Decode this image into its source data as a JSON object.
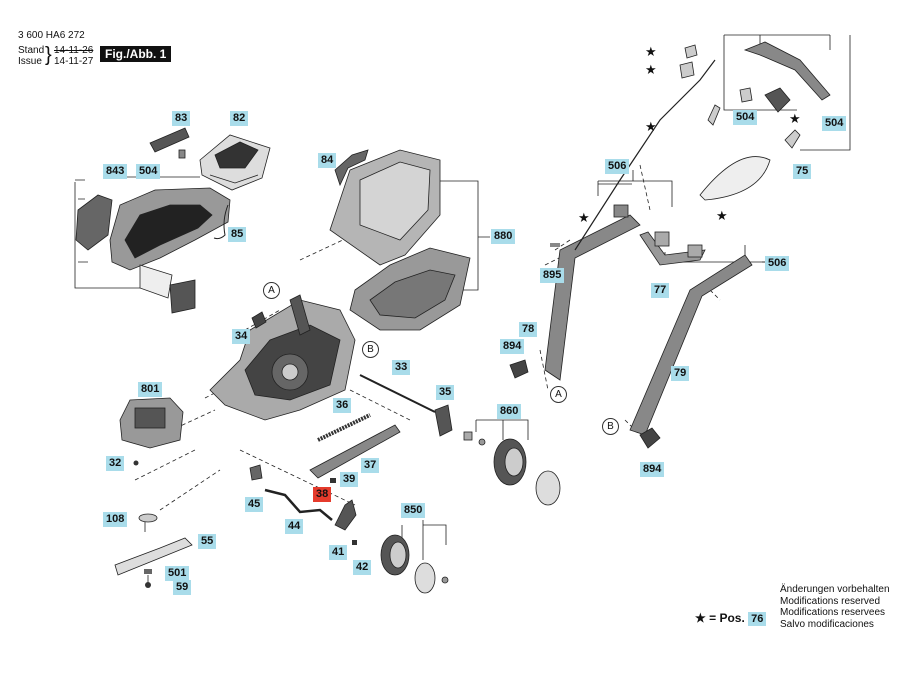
{
  "header": {
    "doc_number": "3 600 HA6 272",
    "stand_label": "Stand",
    "issue_label": "Issue",
    "stand_date": "14-11-26",
    "issue_date": "14-11-27",
    "figure": "Fig./Abb. 1"
  },
  "labels": {
    "l83": "83",
    "l82": "82",
    "l504a": "504",
    "l843": "843",
    "l85": "85",
    "l84": "84",
    "l880": "880",
    "l34": "34",
    "l801": "801",
    "l32": "32",
    "l33": "33",
    "l35": "35",
    "l36": "36",
    "l37": "37",
    "l39": "39",
    "l38": "38",
    "l45": "45",
    "l44": "44",
    "l108": "108",
    "l55": "55",
    "l501": "501",
    "l59": "59",
    "l41": "41",
    "l42": "42",
    "l850": "850",
    "l860": "860",
    "l506a": "506",
    "l895": "895",
    "l77": "77",
    "l506b": "506",
    "l78": "78",
    "l894a": "894",
    "l79": "79",
    "l894b": "894",
    "l504b": "504",
    "l504c": "504",
    "l75": "75",
    "legend_num": "76"
  },
  "callouts": {
    "a1": "A",
    "b1": "B",
    "a2": "A",
    "b2": "B"
  },
  "star_glyph": "★",
  "legend": {
    "prefix": "= Pos."
  },
  "notes": [
    "Änderungen vorbehalten",
    "Modifications reserved",
    "Modifications reservees",
    "Salvo modificaciones"
  ],
  "colors": {
    "label_bg": "#a9dcea",
    "highlight": "#e53b2c"
  }
}
